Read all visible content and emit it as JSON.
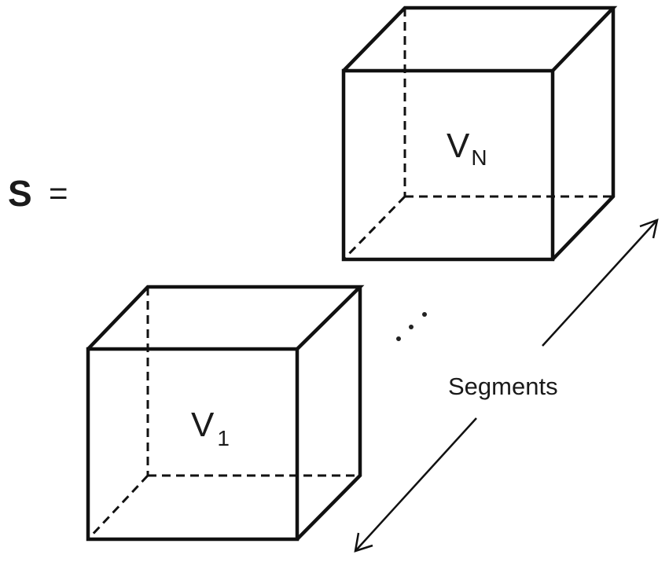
{
  "equation": {
    "symbol": "S",
    "equals": "="
  },
  "volumes": [
    {
      "main": "V",
      "subscript": "1"
    },
    {
      "main": "V",
      "subscript": "N"
    }
  ],
  "ellipsis": "…",
  "axis_label": "Segments"
}
